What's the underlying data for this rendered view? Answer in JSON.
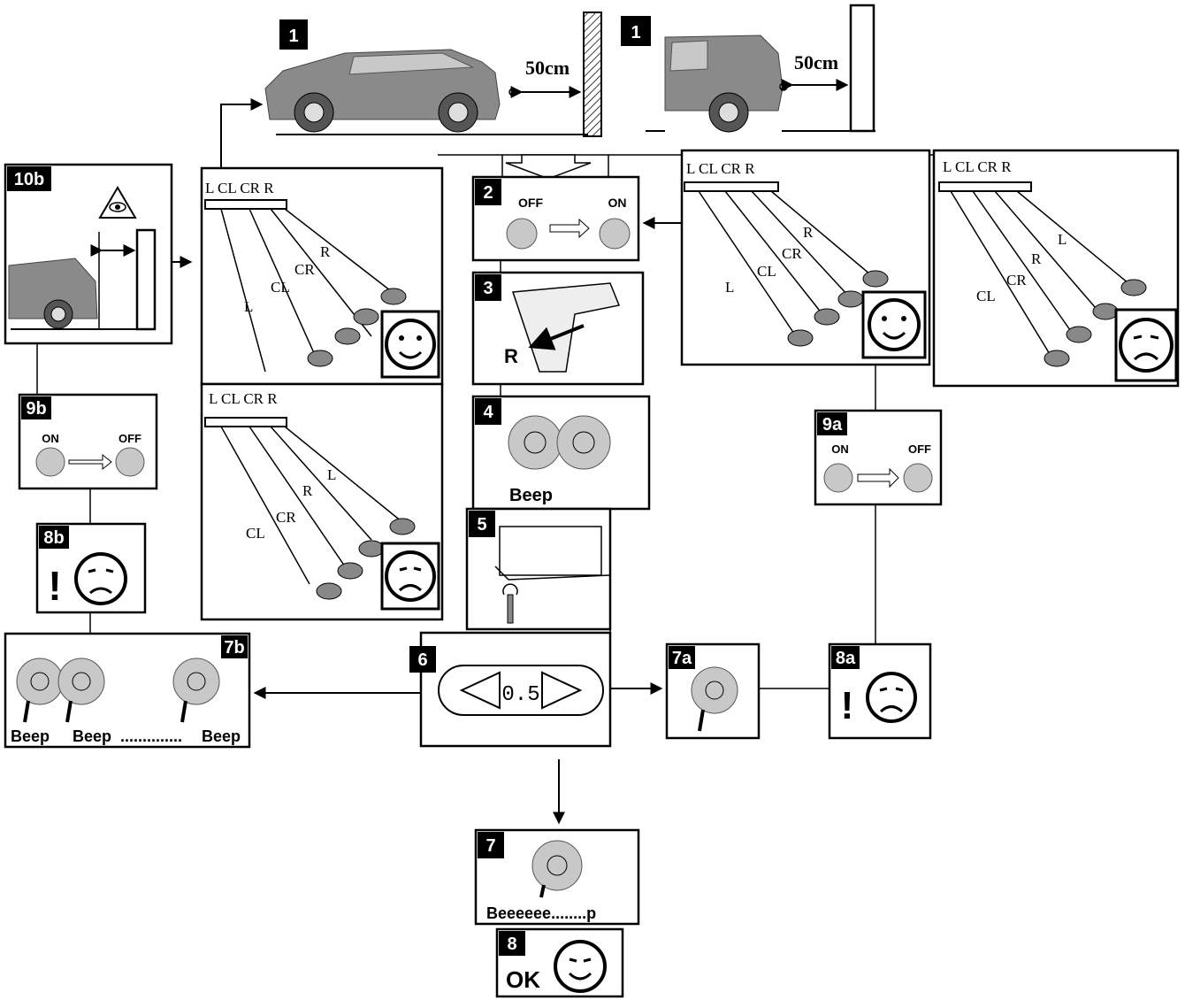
{
  "steps": {
    "s1": "1",
    "s1b": "1",
    "s2": "2",
    "s3": "3",
    "s4": "4",
    "s5": "5",
    "s6": "6",
    "s7": "7",
    "s7a": "7a",
    "s7b": "7b",
    "s8": "8",
    "s8a": "8a",
    "s8b": "8b",
    "s9a": "9a",
    "s9b": "9b",
    "s10b": "10b"
  },
  "distance": "50cm",
  "switch": {
    "off": "OFF",
    "on": "ON"
  },
  "reverse_label": "R",
  "beep": "Beep",
  "beep_long": "Beeeeee........p",
  "beep_first": "Beep",
  "beep_second": "Beep",
  "beep_dots": "..............",
  "beep_last": "Beep",
  "display_value": "0.5",
  "ok_label": "OK",
  "warning_mark": "!",
  "connector_labels": {
    "top_left": "L CL CR R",
    "mid_left": "L CL CR R",
    "top_mid": "L CL CR R",
    "top_right": "L CL CR R"
  },
  "sensor_labels": {
    "p1": [
      "L",
      "CL",
      "CR",
      "R"
    ],
    "p2": [
      "CL",
      "CR",
      "R",
      "L"
    ],
    "p3": [
      "L",
      "CL",
      "CR",
      "R"
    ],
    "p4": [
      "CL",
      "CR",
      "R",
      "L"
    ]
  },
  "faces": {
    "p1": "happy",
    "p2": "sad",
    "p3": "happy",
    "p4": "sad"
  },
  "colors": {
    "line": "#000000",
    "badge": "#000000",
    "car": "#8a8a8a"
  }
}
